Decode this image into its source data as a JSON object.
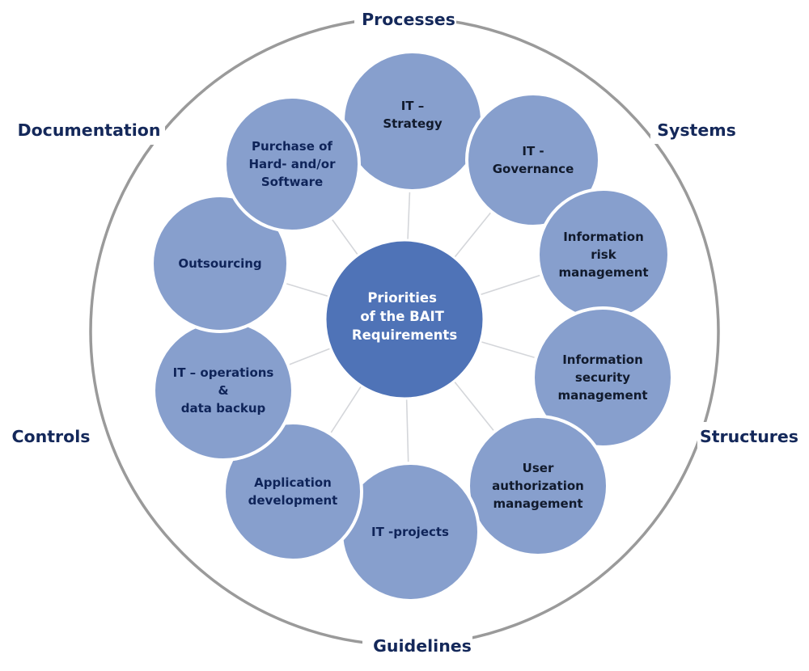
{
  "center": {
    "lines": [
      "Priorities",
      "of the BAIT",
      "Requirements"
    ],
    "color": "#4f73b7",
    "text_color": "#ffffff"
  },
  "satellite_color": "#879fcd",
  "satellites": [
    {
      "id": "it-strategy",
      "lines": [
        "IT –",
        "Strategy"
      ],
      "text_color": "#111a2c"
    },
    {
      "id": "it-governance",
      "lines": [
        "IT -",
        "Governance"
      ],
      "text_color": "#111a2c"
    },
    {
      "id": "information-risk-management",
      "lines": [
        "Information",
        "risk",
        "management"
      ],
      "text_color": "#111a2c"
    },
    {
      "id": "information-security-management",
      "lines": [
        "Information",
        "security",
        "management"
      ],
      "text_color": "#111a2c"
    },
    {
      "id": "user-authorization-management",
      "lines": [
        "User",
        "authorization",
        "management"
      ],
      "text_color": "#111a2c"
    },
    {
      "id": "it-projects",
      "lines": [
        "IT -projects"
      ],
      "text_color": "#0f2459"
    },
    {
      "id": "application-development",
      "lines": [
        "Application",
        "development"
      ],
      "text_color": "#0f2459"
    },
    {
      "id": "it-operations-data-backup",
      "lines": [
        "IT – operations",
        "&",
        "data backup"
      ],
      "text_color": "#0f2459"
    },
    {
      "id": "outsourcing",
      "lines": [
        "Outsourcing"
      ],
      "text_color": "#0f2459"
    },
    {
      "id": "purchase-hardware-software",
      "lines": [
        "Purchase of",
        "Hard- and/or",
        "Software"
      ],
      "text_color": "#0f2459"
    }
  ],
  "outer_labels": [
    {
      "id": "processes",
      "text": "Processes"
    },
    {
      "id": "systems",
      "text": "Systems"
    },
    {
      "id": "structures",
      "text": "Structures"
    },
    {
      "id": "guidelines",
      "text": "Guidelines"
    },
    {
      "id": "controls",
      "text": "Controls"
    },
    {
      "id": "documentation",
      "text": "Documentation"
    }
  ],
  "ring_color": "#9a9a9a",
  "label_color": "#14285a"
}
